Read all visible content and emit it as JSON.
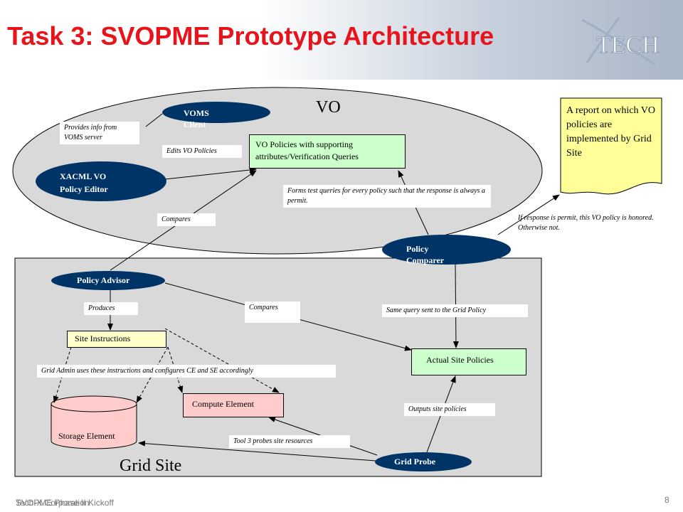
{
  "slide": {
    "title": "Task 3: SVOPME Prototype Architecture",
    "logo_text": "TECH",
    "page_number": "8",
    "footer_a": "SVOPME Phase II Kickoff",
    "footer_b": "Tech-X Corporation"
  },
  "regions": {
    "vo_label": "VO",
    "grid_site_label": "Grid Site"
  },
  "nodes": {
    "voms_client": "VOMS Client",
    "xacml_editor_line1": "XACML VO",
    "xacml_editor_line2": "Policy Editor",
    "policy_comparer": "Policy Comparer",
    "policy_advisor": "Policy Advisor",
    "grid_probe": "Grid Probe"
  },
  "boxes": {
    "vo_policies": "VO Policies with supporting attributes/Verification Queries",
    "site_instructions": "Site Instructions",
    "actual_site_policies": "Actual Site Policies",
    "compute_element": "Compute Element",
    "storage_element": "Storage Element",
    "report": "A report on which VO policies are implemented by Grid Site"
  },
  "notes": {
    "provides_info": "Provides info from VOMS server",
    "edits_vo_policies": "Edits VO Policies",
    "forms_test_queries": "Forms test queries for every policy such that the response is always a permit.",
    "compares_upper": "Compares",
    "if_response_permit": "If response is permit, this VO policy is honored. Otherwise not.",
    "produces": "Produces",
    "compares_lower": "Compares",
    "same_query": "Same query sent to the Grid Policy",
    "grid_admin": "Grid Admin uses these instructions and configures CE and SE accordingly",
    "outputs_site_policies": "Outputs site policies",
    "tool3_probes": "Tool 3 probes site resources"
  },
  "colors": {
    "title": "#e8141c",
    "node_fill": "#003366",
    "vo_ellipse": "#d9d9d9",
    "grid_site": "#d9d9d9",
    "green_box": "#ccffcc",
    "pink_box": "#ffcccc",
    "report_fill": "#ffff99"
  }
}
